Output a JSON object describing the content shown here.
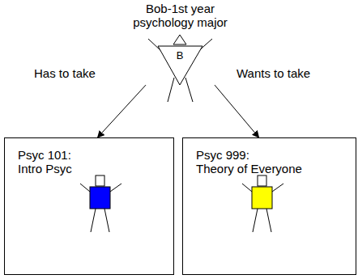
{
  "diagram": {
    "nodes": [
      {
        "text": [
          "Bob-1st year psychology major",
          "B"
        ]
      },
      {
        "text": [
          "Psyc 101: Intro Psyc"
        ]
      },
      {
        "text": [
          "Psyc 999: Theory of Everyone"
        ]
      }
    ],
    "edges": [
      {
        "from": 0,
        "to": 1,
        "arrow": "to",
        "label": "Has to take"
      },
      {
        "from": 0,
        "to": 2,
        "arrow": "to",
        "label": "Wants to take"
      }
    ]
  }
}
